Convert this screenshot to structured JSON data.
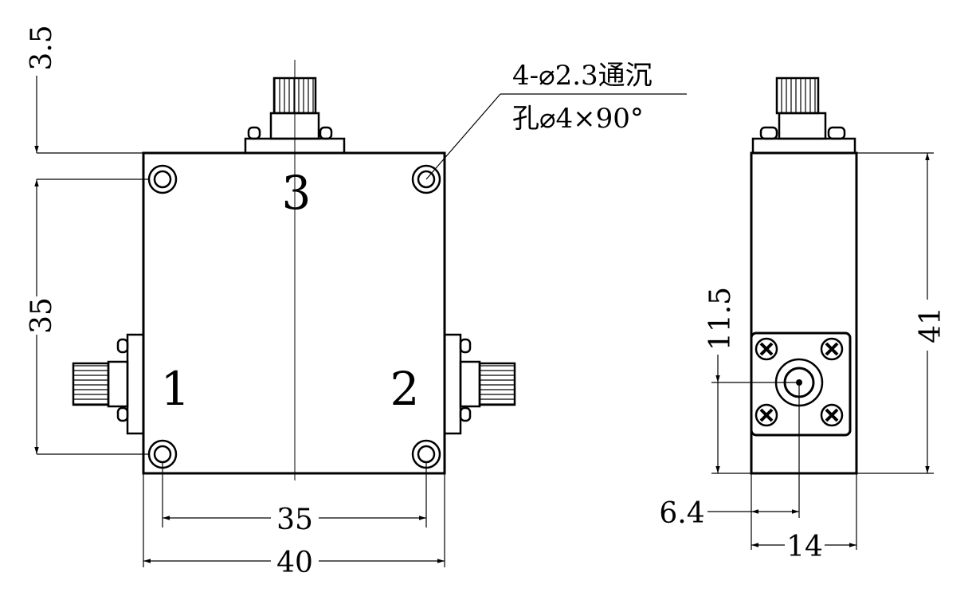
{
  "front_view": {
    "port_labels": [
      "1",
      "2",
      "3"
    ],
    "dim_top_offset": "3.5",
    "dim_vertical_spacing": "35",
    "dim_hole_spacing": "35",
    "dim_width": "40",
    "hole_note_line1": "4-⌀2.3通沉",
    "hole_note_line2": "孔⌀4×90°"
  },
  "side_view": {
    "dim_height": "41",
    "dim_connector_height": "11.5",
    "dim_connector_offset": "6.4",
    "dim_depth": "14"
  }
}
